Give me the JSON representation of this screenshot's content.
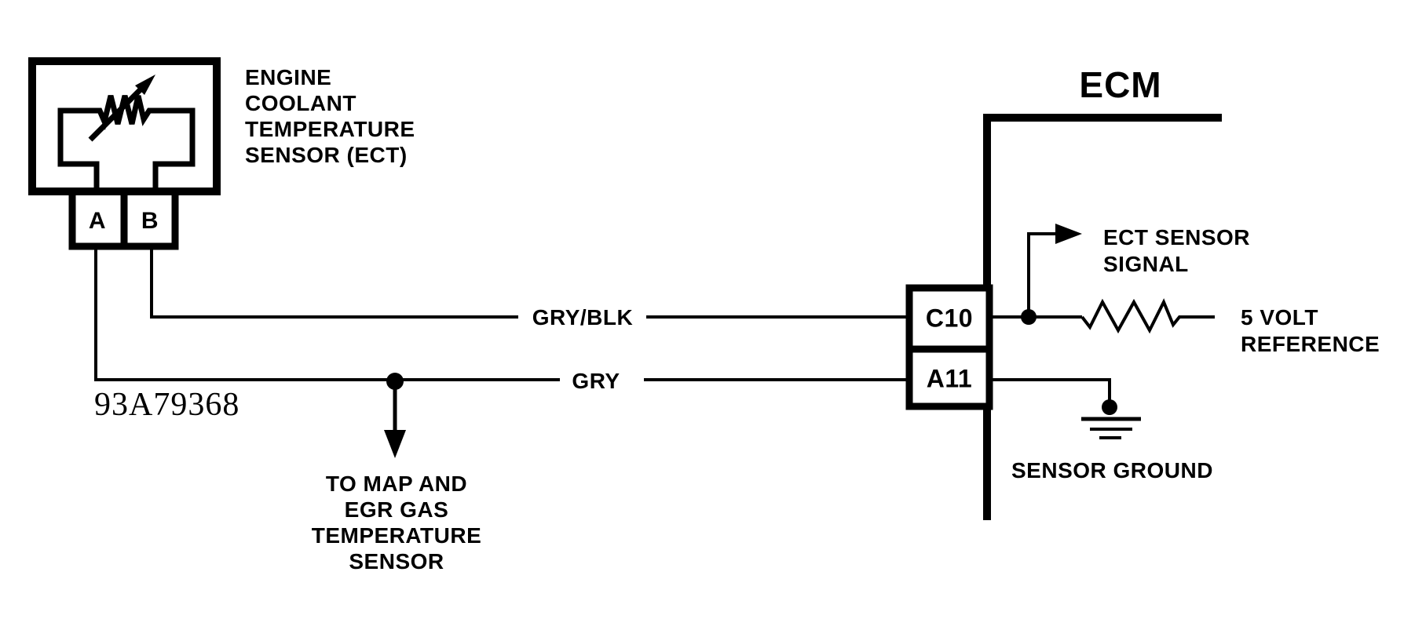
{
  "diagram": {
    "background": "#ffffff",
    "ink": "#000000",
    "sensor": {
      "label_lines": [
        "ENGINE",
        "COOLANT",
        "TEMPERATURE",
        "SENSOR (ECT)"
      ],
      "terminal_a": "A",
      "terminal_b": "B",
      "part_number": "93A79368",
      "component": "variable-resistor"
    },
    "wires": [
      {
        "id": "gry-blk",
        "label": "GRY/BLK",
        "from": "terminal B",
        "to": "pin C10"
      },
      {
        "id": "gry",
        "label": "GRY",
        "from": "terminal A",
        "to": "pin A11"
      }
    ],
    "branch_note_lines": [
      "TO MAP AND",
      "EGR GAS",
      "TEMPERATURE",
      "SENSOR"
    ],
    "ecm": {
      "title": "ECM",
      "pin_top": "C10",
      "pin_bottom": "A11",
      "signal_label_lines": [
        "ECT SENSOR",
        "SIGNAL"
      ],
      "reference_label_lines": [
        "5 VOLT",
        "REFERENCE"
      ],
      "ground_label": "SENSOR GROUND"
    }
  }
}
